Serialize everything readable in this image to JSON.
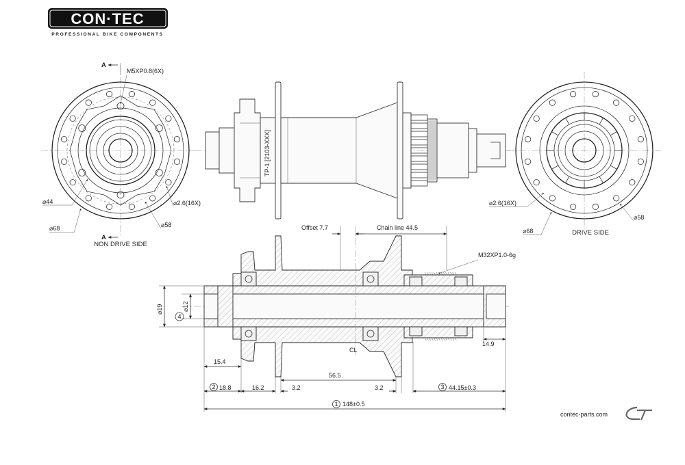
{
  "logo": {
    "brand": "CON·TEC",
    "tagline": "PROFESSIONAL BIKE COMPONENTS"
  },
  "non_drive_view": {
    "section_marker": "A",
    "thread_callout": "M5XP0.8(6X)",
    "hole_callout": "⌀2.6(16X)",
    "dia_inner": "⌀44",
    "dia_outer": "⌀68",
    "dia_pcd": "⌀58",
    "caption": "NON DRIVE SIDE"
  },
  "side_view": {
    "engraving": "TP-1 [2103-XXX]"
  },
  "drive_view": {
    "hole_callout": "⌀2.6(16X)",
    "dia_outer": "⌀68",
    "dia_pcd": "⌀58",
    "caption": "DRIVE SIDE"
  },
  "section_view": {
    "offset_label": "Offset 7.7",
    "chainline_label": "Chain line 44.5",
    "thread_label": "M32XP1.0-6g",
    "dia_axle_outer": "⌀19",
    "dia_axle_inner": "⌀12",
    "circle_4": "4",
    "dim_14_9": "14.9",
    "dim_15_4": "15.4",
    "center_label": "CL",
    "dim_56_5": "56.5",
    "circle_2": "2",
    "dim_18_8": "18.8",
    "dim_16_2": "16.2",
    "dim_3_2_left": "3.2",
    "dim_3_2_right": "3.2",
    "circle_3": "3",
    "dim_44_15": "44.15±0.3",
    "circle_1": "1",
    "dim_148": "148±0.5"
  },
  "footer": {
    "website": "contec-parts.com"
  }
}
